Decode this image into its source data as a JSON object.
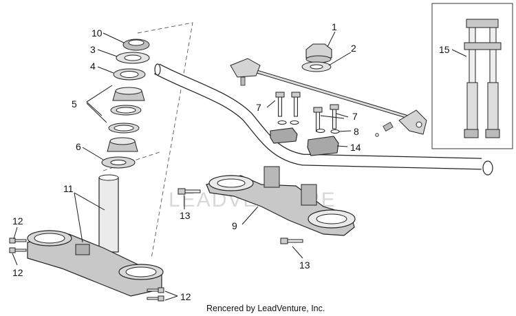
{
  "diagram": {
    "credit": "Rencered by LeadVenture, Inc.",
    "watermark": "LEADVENTURE",
    "callouts": {
      "c1": "1",
      "c2": "2",
      "c3": "3",
      "c4": "4",
      "c5": "5",
      "c6": "6",
      "c7a": "7",
      "c7b": "7",
      "c8": "8",
      "c9": "9",
      "c10": "10",
      "c11": "11",
      "c12a": "12",
      "c12b": "12",
      "c12c": "12",
      "c13a": "13",
      "c13b": "13",
      "c14": "14",
      "c15": "15"
    }
  },
  "colors": {
    "part_fill": "#d4d4d4",
    "part_dark": "#a8a8a8",
    "line": "#1a1a1a"
  }
}
